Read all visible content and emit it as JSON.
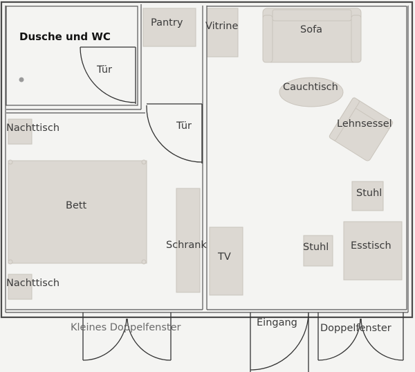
{
  "floorplan": {
    "rooms": {
      "bathroom": "Dusche und WC",
      "pantry": "Pantry",
      "vitrine": "Vitrine"
    },
    "furniture": {
      "sofa": "Sofa",
      "cauchtisch": "Cauchtisch",
      "lehnsessel": "Lehnsessel",
      "stuhl_top": "Stuhl",
      "stuhl_bottom": "Stuhl",
      "esstisch": "Esstisch",
      "tv": "TV",
      "schrank": "Schrank",
      "bett": "Bett",
      "nachttisch_top": "Nachttisch",
      "nachttisch_bottom": "Nachttisch"
    },
    "doors": {
      "bathroom_door": "Tür",
      "hall_door": "Tür",
      "entrance": "Eingang"
    },
    "windows": {
      "small_double": "Kleines Doppelfenster",
      "double": "Doppelfenster"
    },
    "colors": {
      "wall": "#4a4a4a",
      "furniture_fill": "#dcd8d2",
      "background": "#f4f4f2"
    }
  }
}
